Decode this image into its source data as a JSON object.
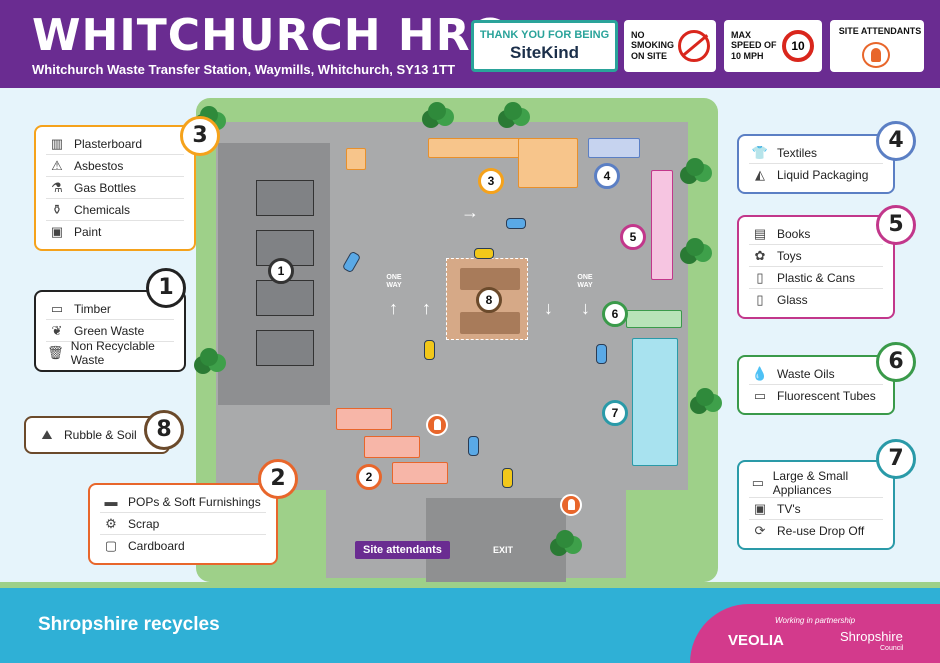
{
  "header": {
    "title": "WHITCHURCH HRC",
    "subtitle": "Whitchurch Waste Transfer Station, Waymills, Whitchurch, SY13 1TT",
    "sitekind_line1": "THANK YOU FOR BEING",
    "sitekind_line2": "SiteKind",
    "no_smoking": "NO SMOKING ON SITE",
    "speed_text": "MAX SPEED OF 10 MPH",
    "speed_value": "10",
    "site_attendants": "SITE ATTENDANTS"
  },
  "map": {
    "one_way": "ONE WAY",
    "exit": "EXIT",
    "site_attendants_label": "Site attendants",
    "zone_numbers": [
      "1",
      "2",
      "3",
      "4",
      "5",
      "6",
      "7",
      "8"
    ]
  },
  "legends": [
    {
      "number": "3",
      "color": "#f5a21b",
      "items": [
        {
          "label": "Plasterboard",
          "icon": "plasterboard-icon"
        },
        {
          "label": "Asbestos",
          "icon": "warning-icon"
        },
        {
          "label": "Gas Bottles",
          "icon": "gas-bottle-icon"
        },
        {
          "label": "Chemicals",
          "icon": "chemical-icon"
        },
        {
          "label": "Paint",
          "icon": "paint-icon"
        }
      ]
    },
    {
      "number": "1",
      "color": "#222222",
      "items": [
        {
          "label": "Timber",
          "icon": "timber-icon"
        },
        {
          "label": "Green Waste",
          "icon": "leaf-icon"
        },
        {
          "label": "Non Recyclable Waste",
          "icon": "bin-icon"
        }
      ]
    },
    {
      "number": "8",
      "color": "#6b4a2b",
      "items": [
        {
          "label": "Rubble & Soil",
          "icon": "rubble-icon"
        }
      ]
    },
    {
      "number": "2",
      "color": "#e8662b",
      "items": [
        {
          "label": "POPs & Soft Furnishings",
          "icon": "sofa-icon"
        },
        {
          "label": "Scrap",
          "icon": "scrap-icon"
        },
        {
          "label": "Cardboard",
          "icon": "box-icon"
        }
      ]
    },
    {
      "number": "4",
      "color": "#5b7fc4",
      "items": [
        {
          "label": "Textiles",
          "icon": "shirt-icon"
        },
        {
          "label": "Liquid Packaging",
          "icon": "carton-icon"
        }
      ]
    },
    {
      "number": "5",
      "color": "#c2378b",
      "items": [
        {
          "label": "Books",
          "icon": "book-icon"
        },
        {
          "label": "Toys",
          "icon": "toy-icon"
        },
        {
          "label": "Plastic & Cans",
          "icon": "bottle-icon"
        },
        {
          "label": "Glass",
          "icon": "jar-icon"
        }
      ]
    },
    {
      "number": "6",
      "color": "#3a9a4a",
      "items": [
        {
          "label": "Waste Oils",
          "icon": "oil-drop-icon"
        },
        {
          "label": "Fluorescent Tubes",
          "icon": "tube-icon"
        }
      ]
    },
    {
      "number": "7",
      "color": "#2a9aa8",
      "items": [
        {
          "label": "Large & Small Appliances",
          "icon": "appliance-icon"
        },
        {
          "label": "TV's",
          "icon": "tv-icon"
        },
        {
          "label": "Re-use Drop Off",
          "icon": "reuse-icon"
        }
      ]
    }
  ],
  "footer": {
    "logo": "Shropshire recycles",
    "working_in_partnership": "Working in partnership",
    "veolia": "VEOLIA",
    "shropshire": "Shropshire",
    "council": "Council"
  }
}
